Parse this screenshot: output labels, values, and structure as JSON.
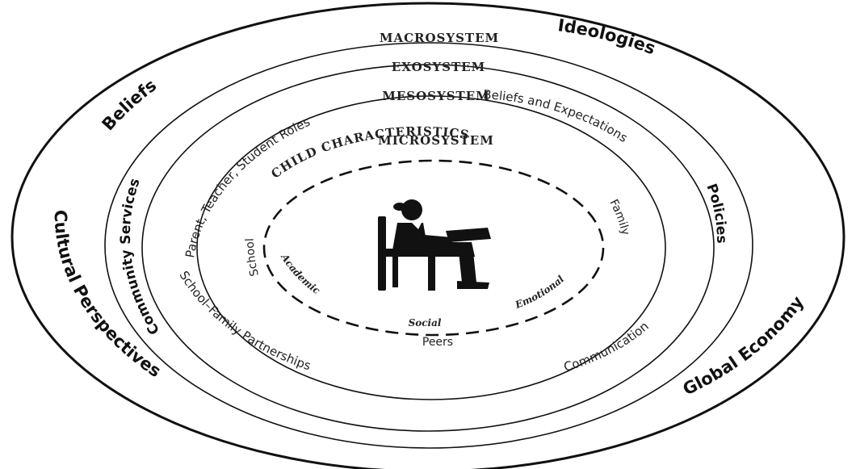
{
  "levels": {
    "macro": "MACROSYSTEM",
    "exo": "EXOSYSTEM",
    "meso": "MESOSYSTEM",
    "micro": "MICROSYSTEM"
  },
  "macro_items": {
    "beliefs": "Beliefs",
    "ideologies": "Ideologies",
    "cultural_perspectives": "Cultural Perspectives",
    "global_economy": "Global Economy"
  },
  "exo_items": {
    "community_services": "Community Services",
    "policies": "Policies"
  },
  "meso_items": {
    "roles": "Parent, Teacher, Student Roles",
    "beliefs_expectations": "Beliefs and Expectations",
    "partnerships": "School–Family Partnerships",
    "communication": "Communication"
  },
  "micro_items": {
    "school": "School",
    "family": "Family",
    "peers": "Peers"
  },
  "child": {
    "title": "CHILD CHARACTERISTICS",
    "academic": "Academic",
    "emotional": "Emotional",
    "social": "Social"
  },
  "figure": {
    "icon": "child-reading-icon"
  }
}
